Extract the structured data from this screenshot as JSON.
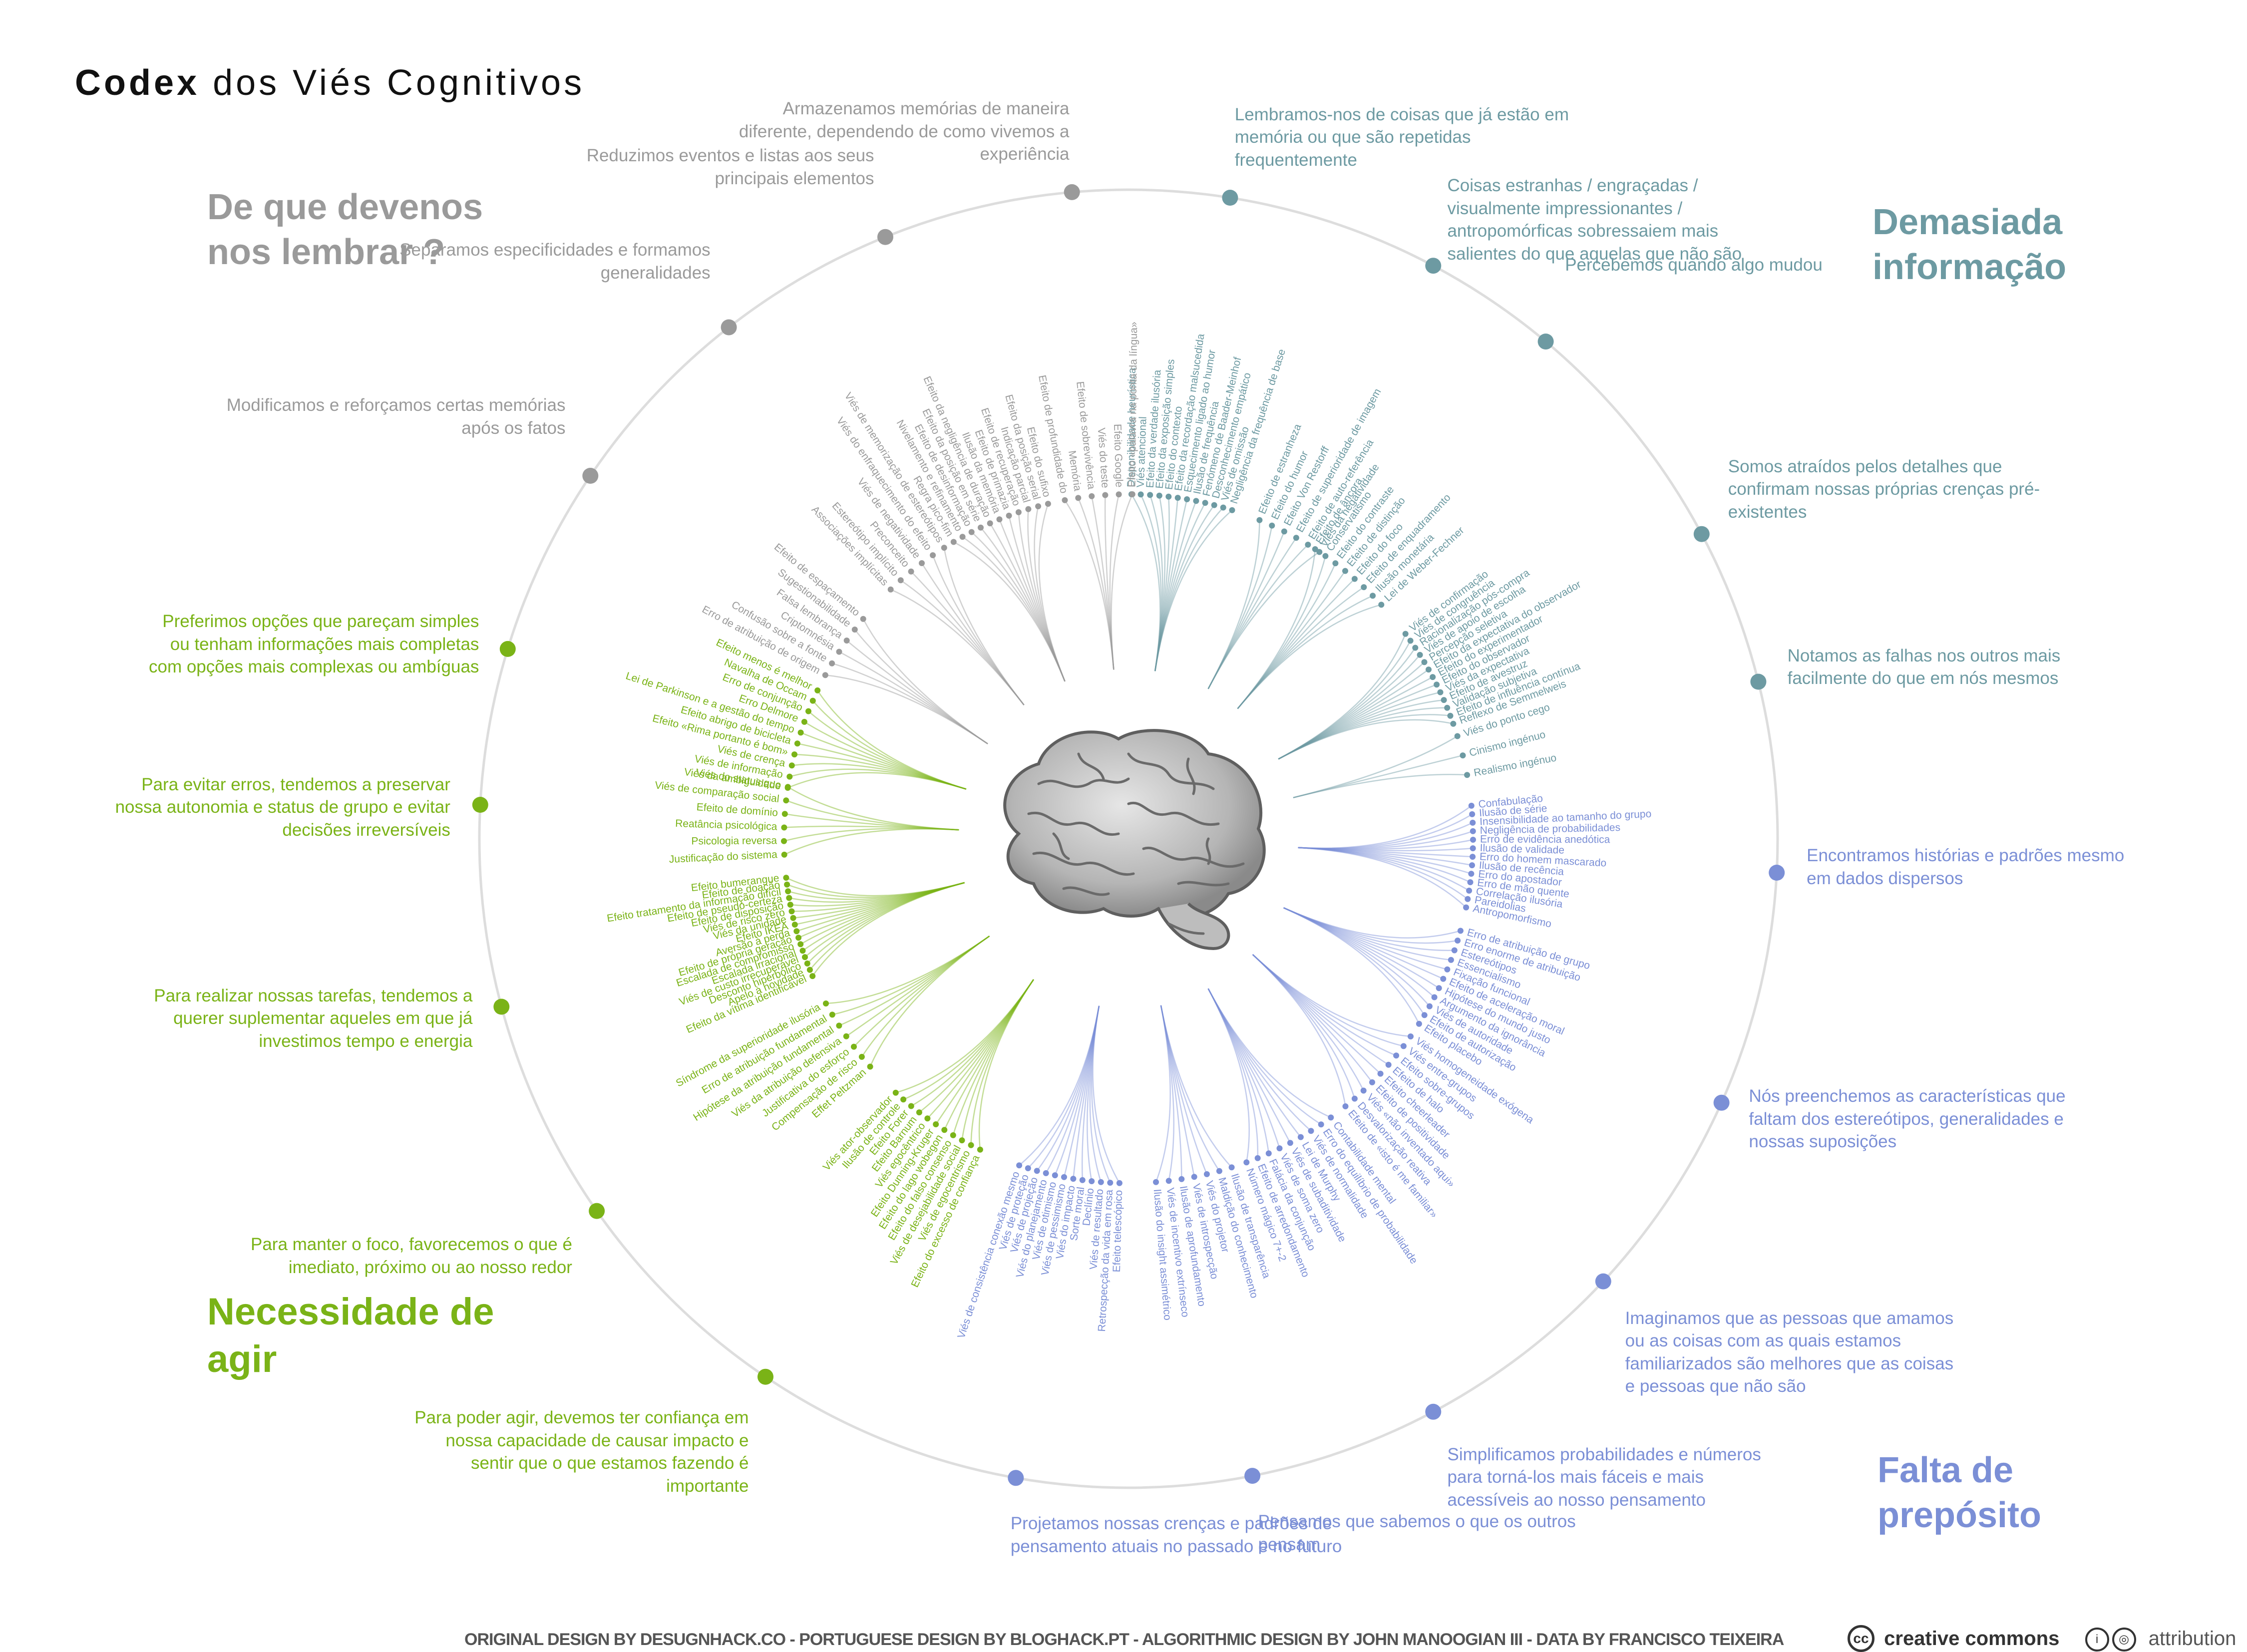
{
  "title": {
    "bold": "Codex",
    "rest": "dos Viés Cognitivos"
  },
  "quadrants": {
    "remember": "De que devenos nos lembrar ?",
    "information": "Demasiada informação",
    "act": "Necessidade de agir",
    "meaning": "Falta de prepósito"
  },
  "colors": {
    "grey": "#9a9a9a",
    "teal": "#6d9aa2",
    "green": "#7ab317",
    "blue": "#7b8fd6",
    "circle": "#dddddd"
  },
  "categories": [
    {
      "label": "Lembramos-nos de coisas que já estão em memória ou que são repetidas frequentemente",
      "group": "teal",
      "angle": -81,
      "align": "left",
      "items": [
        "Disponibilidade heurística",
        "Viés atencional",
        "Efeito da verdade ilusória",
        "Efeito da exposição simples",
        "Efeito do contexto",
        "Efeito da recordação malsucedida",
        "Esquecimento ligado ao humor",
        "Ilusão de frequência",
        "Fenómeno de Baader-Meinhof",
        "Desconhecimento empático",
        "Viés de omissão",
        "Negligência da frequência de base"
      ]
    },
    {
      "label": "Coisas estranhas / engraçadas / visualmente impressionantes / antropomórficas sobressaiem mais salientes do que aquelas que não são",
      "group": "teal",
      "angle": -62,
      "align": "left",
      "items": [
        "Efeito de estranheza",
        "Efeito do humor",
        "Efeito Von Restorff",
        "Efeito de superioridade de imagem",
        "Efeito de auto-referência",
        "Viés da negatividade"
      ]
    },
    {
      "label": "Percebemos quando algo mudou",
      "group": "teal",
      "angle": -50,
      "align": "left",
      "items": [
        "Efeito de âncora",
        "Conservatismo",
        "Efeito do contraste",
        "Efeito de distinção",
        "Efeito do foco",
        "Efeito de enquadramento",
        "Ilusão monetária",
        "Lei de Weber-Fechner"
      ]
    },
    {
      "label": "Somos atraídos pelos detalhes que confirmam nossas próprias crenças pré-existentes",
      "group": "teal",
      "angle": -28,
      "align": "left",
      "items": [
        "Viés de confirmação",
        "Viés de congruência",
        "Racionalização pós-compra",
        "Viés de apoio de escolha",
        "Percepção seletiva",
        "Efeito da expectativa do observador",
        "Efeito do experimentador",
        "Efeito do observador",
        "Viés da expectativa",
        "Efeito de avestruz",
        "Validação subjetiva",
        "Efeito de influência contínua",
        "Reflexo de Semmelweis"
      ]
    },
    {
      "label": "Notamos as falhas nos outros mais facilmente do que em nós mesmos",
      "group": "teal",
      "angle": -14,
      "align": "left",
      "items": [
        "Viés do ponto cego",
        "Cinismo ingénuo",
        "Realismo ingénuo"
      ]
    },
    {
      "label": "Encontramos histórias e padrões mesmo em dados dispersos",
      "group": "blue",
      "angle": 3,
      "align": "left",
      "items": [
        "Confabulação",
        "Ilusão de série",
        "Insensibilidade ao tamanho do grupo",
        "Negligência de probabilidades",
        "Erro de evidência anedótica",
        "Ilusão de validade",
        "Erro do homem mascarado",
        "Ilusão de recência",
        "Erro do apostador",
        "Erro de mão quente",
        "Correlação ilusória",
        "Pareidolias",
        "Antropomorfismo"
      ]
    },
    {
      "label": "Nós preenchemos as características que faltam dos estereótipos, generalidades e nossas suposições",
      "group": "blue",
      "angle": 24,
      "align": "left",
      "items": [
        "Erro de atribuição de grupo",
        "Erro enorme de atribuição",
        "Estereótipos",
        "Essencialismo",
        "Fixação funcional",
        "Efeito de aceleração moral",
        "Hipótese do mundo justo",
        "Argumento da ignorância",
        "Viés de autoridade",
        "Efeito de autorização",
        "Efeito placebo"
      ]
    },
    {
      "label": "Imaginamos que as pessoas que amamos ou as coisas com as quais estamos familiarizados são melhores que as coisas e pessoas que não são",
      "group": "blue",
      "angle": 43,
      "align": "left",
      "items": [
        "Viés homogeneidade exógena",
        "Viés entre-grupos",
        "Efeito sobre-grupos",
        "Efeito de halo",
        "Efeito cheerleader",
        "Efeito de positividade",
        "Viés «não inventado aqui»",
        "Desvalorização reativa",
        "Efeito de «isto é me familiar»"
      ]
    },
    {
      "label": "Simplificamos probabilidades e números para torná-los mais fáceis e mais acessíveis ao nosso pensamento",
      "group": "blue",
      "angle": 62,
      "align": "left",
      "items": [
        "Contabilidade mental",
        "Erro do equilíbrio de probabilidade",
        "Viés de normalidade",
        "Lei de Murphy",
        "Viés de subaditividade",
        "Viés de soma zero",
        "Falácia da conjunção",
        "Efeito de arredondamento",
        "Número mágico 7+-2"
      ]
    },
    {
      "label": "Pensamos que sabemos o que os outros pensam",
      "group": "blue",
      "angle": 79,
      "align": "left",
      "items": [
        "Ilusão de transparência",
        "Maldição do conhecimento",
        "Viés do projetor",
        "Viés de introspecção",
        "Ilusão de aprofundamento",
        "Viés de incentivo extrínseco",
        "Ilusão do insight assimétrico"
      ]
    },
    {
      "label": "Projetamos nossas crenças e padrões de pensamento atuais no passado e no futuro",
      "group": "blue",
      "angle": 100,
      "align": "left",
      "items": [
        "Efeito telescópico",
        "Retrospecção da vida em rosa",
        "Viés de resultado",
        "Declínio",
        "Sorte moral",
        "Viés do impacto",
        "Viés de pessimismo",
        "Viés de otimismo",
        "Viés do planejamento",
        "Viés de projeção",
        "Viés de proteção",
        "Viés de consistência conexão mesmo"
      ]
    },
    {
      "label": "Para poder agir, devemos ter confiança em nossa capacidade de causar impacto e sentir que o que estamos fazendo é importante",
      "group": "green",
      "angle": 124,
      "align": "right",
      "items": [
        "Efeito do excesso de confiança",
        "Viés de egocentrismo",
        "Viés de desejabilidade social",
        "Efeito do falso consenso",
        "Efeito do lago wobegon",
        "Efeito Dunning-Kruger",
        "Viés egocêntrico",
        "Efeito Barnum",
        "Efeito Forer",
        "Ilusão de controle",
        "Viés ator-observador"
      ]
    },
    {
      "label": "Para manter o foco, favorecemos o que é imediato, próximo ou ao nosso redor",
      "group": "green",
      "angle": 145,
      "align": "right",
      "items": [
        "Effet Peltzman",
        "Compensação de risco",
        "Justificativa do esforço",
        "Viés da atribuição defensiva",
        "Hipótese da atribuição fundamental",
        "Erro de atribuição fundamental",
        "Síndrome da superioridade ilusória"
      ]
    },
    {
      "label": "Para realizar nossas tarefas, tendemos a querer suplementar aqueles em que já investimos tempo e energia",
      "group": "green",
      "angle": 165,
      "align": "right",
      "items": [
        "Efeito da vítima identificável",
        "Apelo à novidade",
        "Desconto hiperbólico",
        "Viés de custo irrecuperável",
        "Escalada irracional",
        "Escalada de compromisso",
        "Efeito de própria geração",
        "Aversão à perda",
        "Efeito IKEA",
        "Viés da unidade",
        "Viés de risco zero",
        "Efeito de disposição",
        "Efeito de pseudo-certeza",
        "Efeito tratamento da informação difícil",
        "Efeito de doação",
        "Efeito bumerangue"
      ]
    },
    {
      "label": "Para evitar erros, tendemos a preservar nossa autonomia e status de grupo e evitar decisões irreversíveis",
      "group": "green",
      "angle": 183,
      "align": "right",
      "items": [
        "Justificação do sistema",
        "Psicologia reversa",
        "Reatância psicológica",
        "Efeito de domínio",
        "Viés de comparação social",
        "Viés do status quo"
      ]
    },
    {
      "label": "Preferimos opções que pareçam simples ou tenham informações mais completas com opções mais complexas ou ambíguas",
      "group": "green",
      "angle": 197,
      "align": "right",
      "items": [
        "Viés da ambiguidade",
        "Viés de informação",
        "Viés de crença",
        "Efeito «Rima portanto é bom»",
        "Efeito abrigo de bicicleta",
        "Lei de Parkinson e a gestão do tempo",
        "Erro Delmore",
        "Erro de conjunção",
        "Navalha de Occam",
        "Efeito menos é melhor"
      ]
    },
    {
      "label": "Modificamos e reforçamos certas memórias após os fatos",
      "group": "grey",
      "angle": 214,
      "align": "right",
      "items": [
        "Erro de atribuição de origem",
        "Confusão sobre a fonte",
        "Criptomnésia",
        "Falsa lembrança",
        "Sugestionabilidade",
        "Efeito de espaçamento"
      ]
    },
    {
      "label": "Separamos especificidades e formamos generalidades",
      "group": "grey",
      "angle": 232,
      "align": "right",
      "items": [
        "Associações implícitas",
        "Estereótipo implícito",
        "Preconceito",
        "Viés de negatividade",
        "Viés do enfraquecimento do efeito",
        "Viés de memorização de estereótipos"
      ]
    },
    {
      "label": "Reduzimos eventos e listas aos seus principais elementos",
      "group": "grey",
      "angle": 248,
      "align": "right",
      "items": [
        "Regra pico-fim",
        "Nivelamento e refinamento",
        "Efeito de desinformação",
        "Efeito da posição em série",
        "Efeito da negligência de duração",
        "Ilusão da memória",
        "Efeito de primazia",
        "Efeito de recuperação",
        "Indicação parcial",
        "Efeito da posição serial",
        "Efeito do sufixo"
      ]
    },
    {
      "label": "Armazenamos memórias de maneira diferente, dependendo de como vivemos a experiência",
      "group": "grey",
      "angle": 265,
      "align": "right",
      "items": [
        "Efeito de profundidade do",
        "Memória",
        "Efeito de sobrevivência",
        "Viés do teste",
        "Efeito Google",
        "Efeito «palavra na ponta da língua»"
      ]
    }
  ],
  "credits": "ORIGINAL DESIGN BY DESUGNHACK.CO - PORTUGUESE DESIGN BY BLOGHACK.PT - ALGORITHMIC DESIGN BY JOHN MANOOGIAN III - DATA BY FRANCISCO TEIXEIRA",
  "license": {
    "brand": "creative commons",
    "attribution": "attribution"
  }
}
